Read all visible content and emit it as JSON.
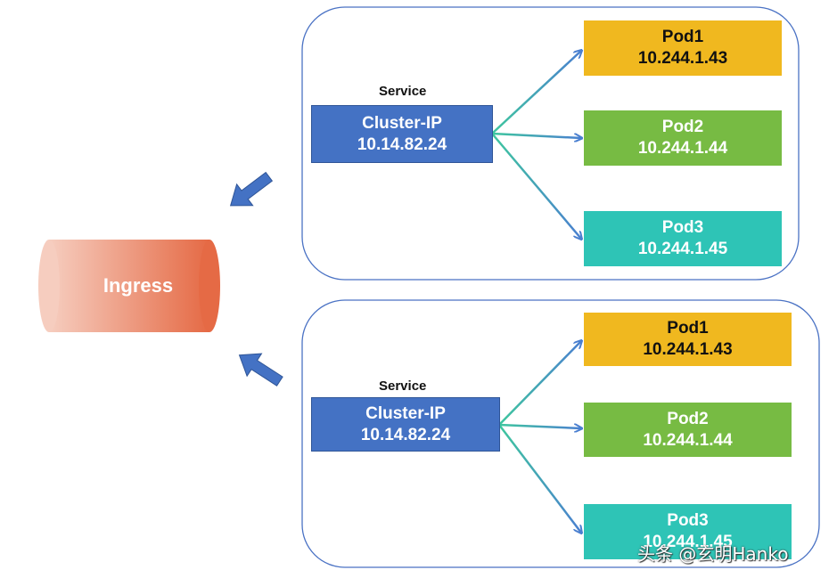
{
  "ingress": {
    "label": "Ingress"
  },
  "groups": [
    {
      "service_label": "Service",
      "service": {
        "name": "Cluster-IP",
        "ip": "10.14.82.24"
      },
      "pods": [
        {
          "name": "Pod1",
          "ip": "10.244.1.43",
          "color": "#f0b81f"
        },
        {
          "name": "Pod2",
          "ip": "10.244.1.44",
          "color": "#77bb43"
        },
        {
          "name": "Pod3",
          "ip": "10.244.1.45",
          "color": "#2ec4b6"
        }
      ]
    },
    {
      "service_label": "Service",
      "service": {
        "name": "Cluster-IP",
        "ip": "10.14.82.24"
      },
      "pods": [
        {
          "name": "Pod1",
          "ip": "10.244.1.43",
          "color": "#f0b81f"
        },
        {
          "name": "Pod2",
          "ip": "10.244.1.44",
          "color": "#77bb43"
        },
        {
          "name": "Pod3",
          "ip": "10.244.1.45",
          "color": "#2ec4b6"
        }
      ]
    }
  ],
  "watermark": "头条 @玄明Hanko",
  "colors": {
    "service": "#4472c4",
    "container_border": "#4a72c4",
    "ingress_gradient": [
      "#f4c7b8",
      "#e56f4a"
    ],
    "arrow": "#4472c4"
  }
}
